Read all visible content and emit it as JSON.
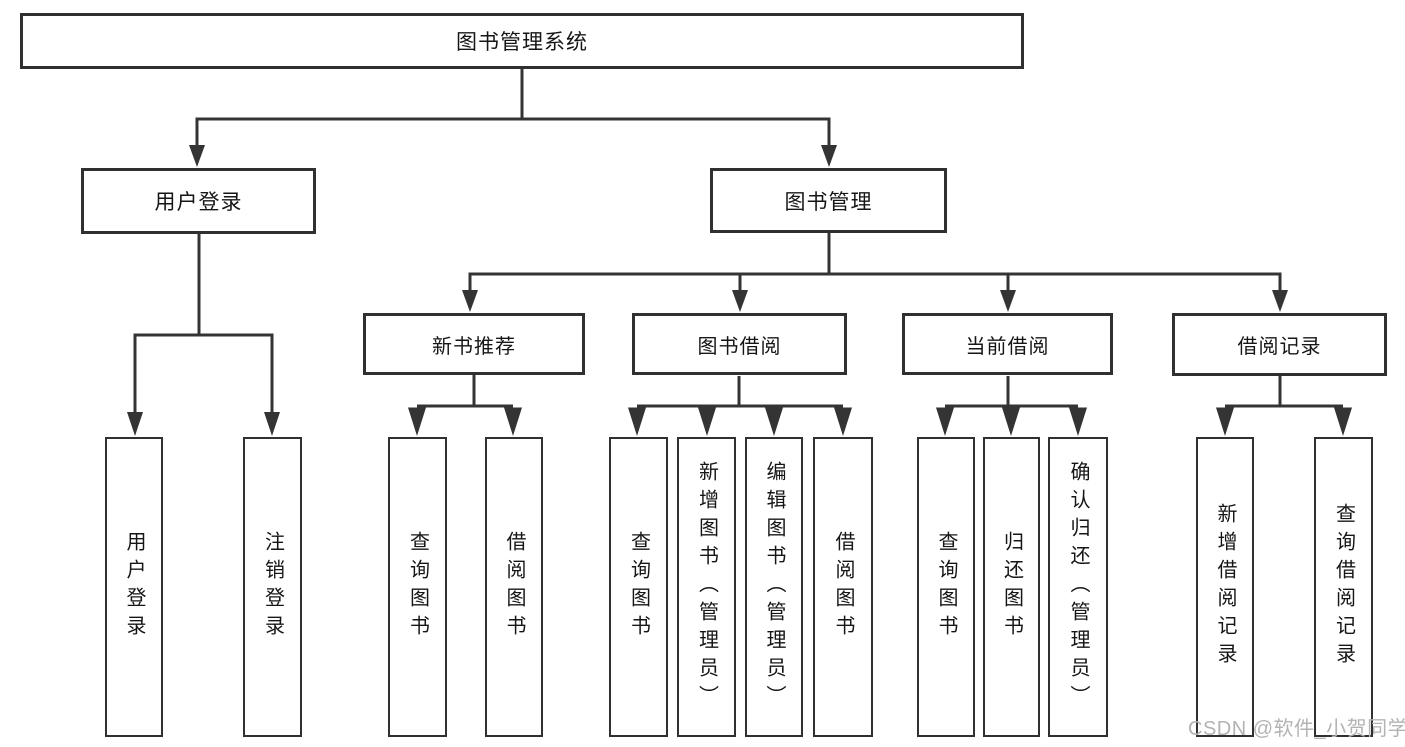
{
  "tree": {
    "root": {
      "label": "图书管理系统",
      "children": [
        {
          "label": "用户登录",
          "children": [
            {
              "label": "用户登录"
            },
            {
              "label": "注销登录"
            }
          ]
        },
        {
          "label": "图书管理",
          "children": [
            {
              "label": "新书推荐",
              "children": [
                {
                  "label": "查询图书"
                },
                {
                  "label": "借阅图书"
                }
              ]
            },
            {
              "label": "图书借阅",
              "children": [
                {
                  "label": "查询图书"
                },
                {
                  "label": "新增图书（管理员）"
                },
                {
                  "label": "编辑图书（管理员）"
                },
                {
                  "label": "借阅图书"
                }
              ]
            },
            {
              "label": "当前借阅",
              "children": [
                {
                  "label": "查询图书"
                },
                {
                  "label": "归还图书"
                },
                {
                  "label": "确认归还（管理员）"
                }
              ]
            },
            {
              "label": "借阅记录",
              "children": [
                {
                  "label": "新增借阅记录"
                },
                {
                  "label": "查询借阅记录"
                }
              ]
            }
          ]
        }
      ]
    }
  },
  "watermark": {
    "text": "CSDN @软件_小贺同学",
    "color": "#b3b3b3"
  },
  "colors": {
    "line": "#343434",
    "box_border": "#303030",
    "text": "#161616",
    "background": "#ffffff"
  }
}
